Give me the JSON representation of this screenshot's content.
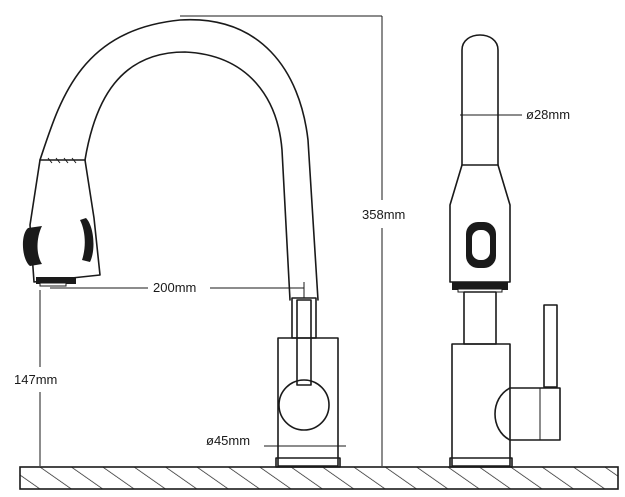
{
  "dimensions": {
    "reach": "200mm",
    "height_total": "358mm",
    "spout_height": "147mm",
    "base_diameter": "ø45mm",
    "spout_diameter": "ø28mm"
  }
}
